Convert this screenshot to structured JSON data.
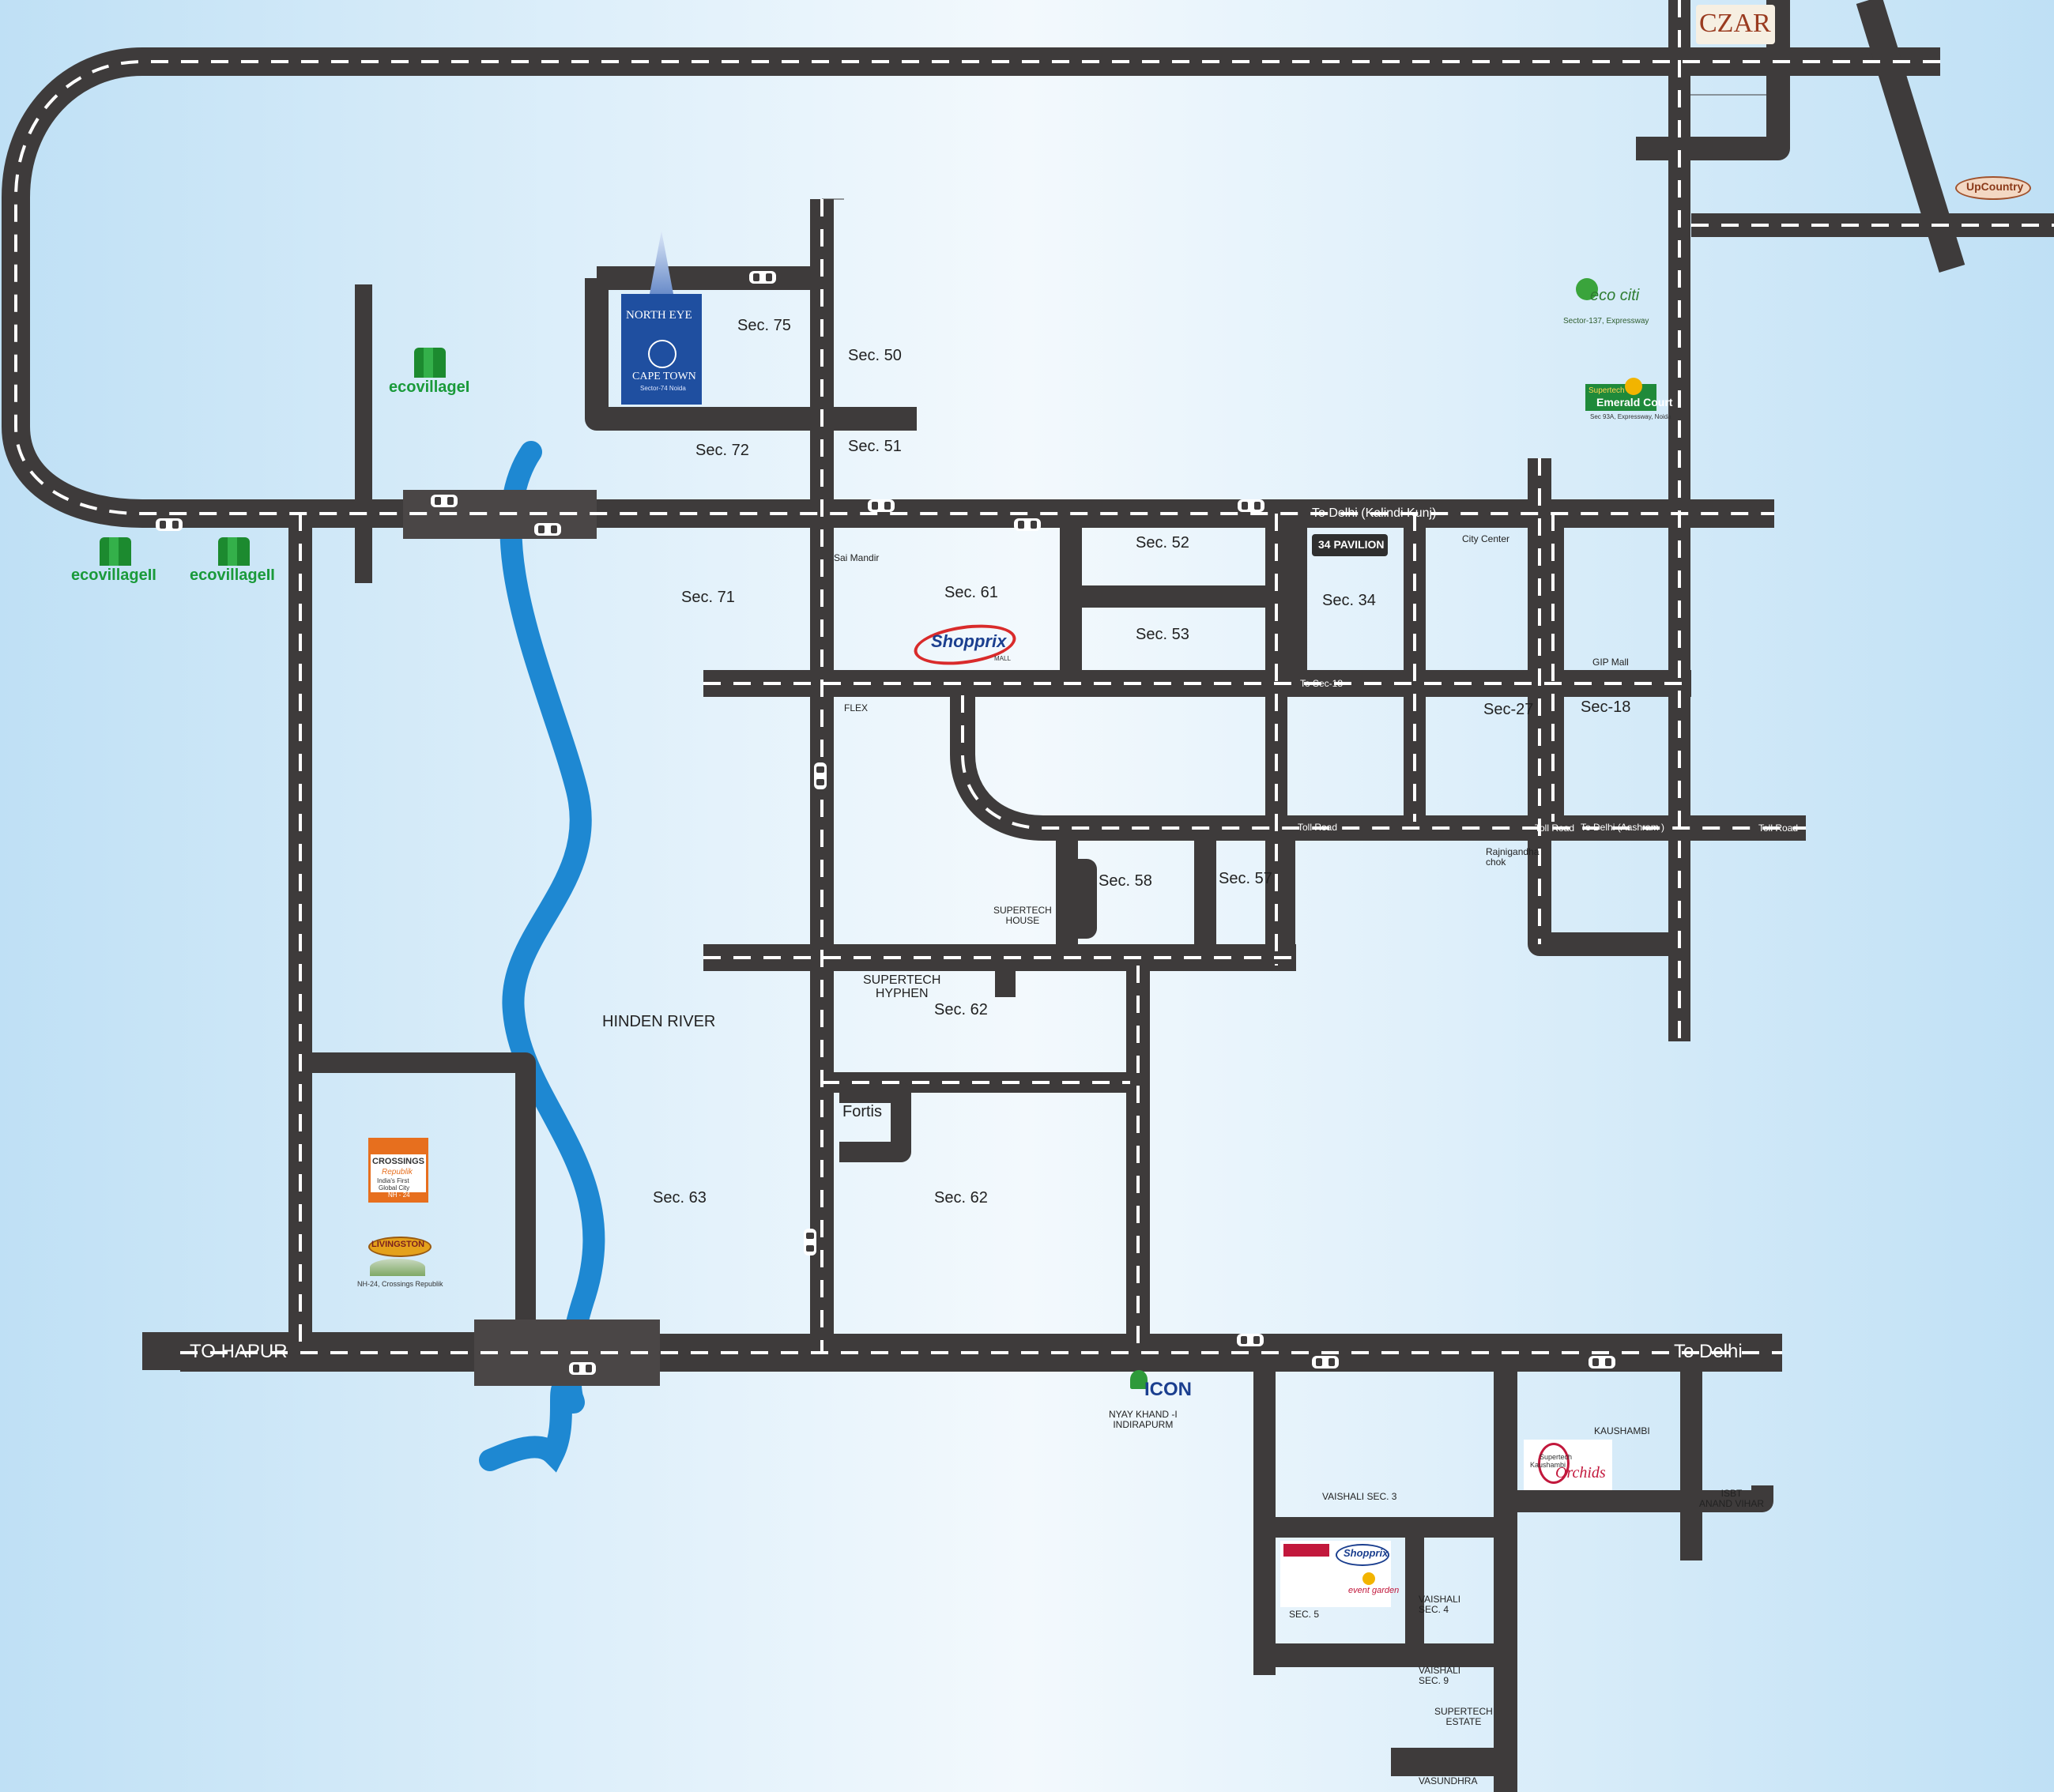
{
  "colors": {
    "road": "#3e3b3b",
    "road_dash": "#ffffff",
    "river": "#1e88d2",
    "green_logo": "#1a9a3a",
    "north_eye_blue": "#1f4fa0",
    "crossings_orange": "#e76f1e",
    "shopprix_blue": "#1b3f8f",
    "shopprix_red": "#d92b2b"
  },
  "road_labels": {
    "to_delhi_kalindi": "To Delhi  (Kalindi Kunj)",
    "to_sec18": "To Sec-18",
    "toll_road_1": "Toll Road",
    "toll_road_2": "Toll Road",
    "to_delhi_aashram": "To Delhi  (Aashram )",
    "toll_road_3": "Toll Road",
    "to_hapur": "TO HAPUR",
    "to_delhi": "To Delhi"
  },
  "sector_labels": {
    "sec75": "Sec. 75",
    "sec50": "Sec. 50",
    "sec72": "Sec. 72",
    "sec51": "Sec. 51",
    "sec71": "Sec. 71",
    "sec61": "Sec. 61",
    "sec52": "Sec. 52",
    "sec53": "Sec. 53",
    "sec34": "Sec. 34",
    "sec27": "Sec-27",
    "sec18": "Sec-18",
    "sec58": "Sec. 58",
    "sec57": "Sec. 57",
    "sec62a": "Sec. 62",
    "sec62b": "Sec. 62",
    "sec63": "Sec. 63"
  },
  "place_labels": {
    "sai_mandir": "Sai Mandir",
    "flex": "FLEX",
    "city_center": "City Center",
    "gip_mall": "GIP Mall",
    "rajnigandha": "Rajnigandha\nchok",
    "supertech_house": "SUPERTECH\nHOUSE",
    "supertech_hyphen": "SUPERTECH\nHYPHEN",
    "fortis": "Fortis",
    "hinden_river": "HINDEN RIVER",
    "nyay_khand": "NYAY KHAND -I\nINDIRAPURM",
    "kaushambi": "KAUSHAMBI",
    "isbt": "ISBT\nANAND VIHAR",
    "vaishali3": "VAISHALI SEC. 3",
    "vaishali5": "VAISHALI\nSEC. 5",
    "vaishali4": "VAISHALI\nSEC. 4",
    "vaishali9": "VAISHALI\nSEC. 9",
    "supertech_estate": "SUPERTECH\nESTATE",
    "vasundhra": "VASUNDHRA"
  },
  "logos": {
    "czar": "CZAR",
    "upcountry": "UpCountry",
    "ecociti": "eco citi",
    "ecociti_sub": "Sector-137, Expressway",
    "emerald_a": "Supertech",
    "emerald_b": "Emerald Court",
    "emerald_sub": "Sec 93A, Expressway, Noida",
    "ecovillage1": "ecovillageI",
    "ecovillage2": "ecovillageII",
    "ecovillage3": "ecovillageII",
    "north_eye": "NORTH EYE",
    "cape_town": "CAPE TOWN",
    "cape_town_sub": "Sector-74 Noida",
    "shopprix": "Shopprix",
    "shopprix_sub": "MALL",
    "pavilion": "34 PAVILION",
    "crossings_a": "CROSSINGS",
    "crossings_b": "Republik",
    "crossings_c": "India's First",
    "crossings_d": "Global City",
    "crossings_e": "NH - 24",
    "livingston": "LIVINGSTON",
    "livingston_sub": "NH-24, Crossings Republik",
    "icon": "ICON",
    "orchids_a": "Supertech",
    "orchids_b": "Kaushambi",
    "orchids_c": "Orchids",
    "shopprix2": "Shopprix",
    "event_garden": "event garden"
  }
}
